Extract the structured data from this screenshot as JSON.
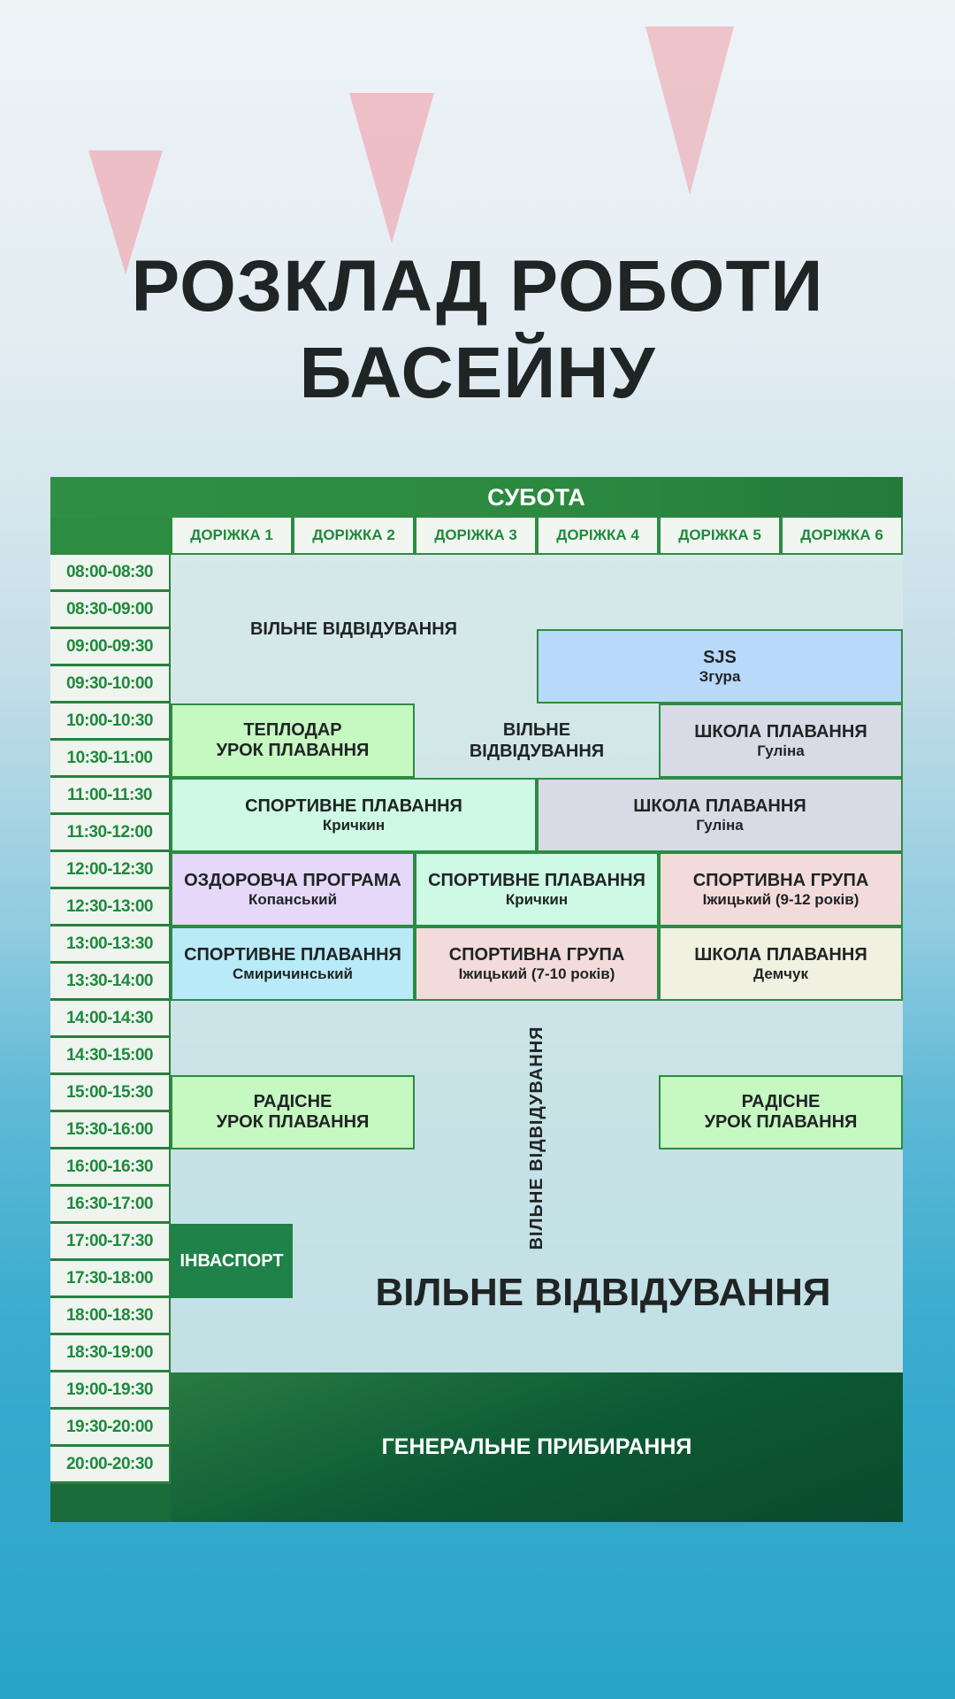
{
  "title_lines": [
    "РОЗКЛАД РОБОТИ",
    "БАСЕЙНУ"
  ],
  "day": "СУБОТА",
  "lanes": [
    "ДОРІЖКА 1",
    "ДОРІЖКА 2",
    "ДОРІЖКА 3",
    "ДОРІЖКА 4",
    "ДОРІЖКА 5",
    "ДОРІЖКА 6"
  ],
  "times": [
    "08:00-08:30",
    "08:30-09:00",
    "09:00-09:30",
    "09:30-10:00",
    "10:00-10:30",
    "10:30-11:00",
    "11:00-11:30",
    "11:30-12:00",
    "12:00-12:30",
    "12:30-13:00",
    "13:00-13:30",
    "13:30-14:00",
    "14:00-14:30",
    "14:30-15:00",
    "15:00-15:30",
    "15:30-16:00",
    "16:00-16:30",
    "16:30-17:00",
    "17:00-17:30",
    "17:30-18:00",
    "18:00-18:30",
    "18:30-19:00",
    "19:00-19:30",
    "19:30-20:00",
    "20:00-20:30"
  ],
  "blocks": [
    {
      "title": "SJS",
      "sub": "Згура",
      "slot_start": 2,
      "slots": 2,
      "lane_start": 4,
      "lane_end": 6,
      "color": "#b9d9fb"
    },
    {
      "title": "ТЕПЛОДАР",
      "sub": "УРОК ПЛАВАННЯ",
      "sub_bold": true,
      "slot_start": 4,
      "slots": 2,
      "lane_start": 1,
      "lane_end": 2,
      "color": "#c6f8c1"
    },
    {
      "title": "ШКОЛА ПЛАВАННЯ",
      "sub": "Гуліна",
      "slot_start": 4,
      "slots": 2,
      "lane_start": 5,
      "lane_end": 6,
      "color": "#d8dbe6"
    },
    {
      "title": "СПОРТИВНЕ ПЛАВАННЯ",
      "sub": "Кричкин",
      "slot_start": 6,
      "slots": 2,
      "lane_start": 1,
      "lane_end": 3,
      "color": "#cdf9e5"
    },
    {
      "title": "ШКОЛА ПЛАВАННЯ",
      "sub": "Гуліна",
      "slot_start": 6,
      "slots": 2,
      "lane_start": 4,
      "lane_end": 6,
      "color": "#d8dbe6"
    },
    {
      "title": "ОЗДОРОВЧА ПРОГРАМА",
      "sub": "Копанський",
      "slot_start": 8,
      "slots": 2,
      "lane_start": 1,
      "lane_end": 2,
      "color": "#e5d8f8"
    },
    {
      "title": "СПОРТИВНЕ ПЛАВАННЯ",
      "sub": "Кричкин",
      "slot_start": 8,
      "slots": 2,
      "lane_start": 3,
      "lane_end": 4,
      "color": "#cdf9e5"
    },
    {
      "title": "СПОРТИВНА ГРУПА",
      "sub": "Іжицький (9-12 років)",
      "slot_start": 8,
      "slots": 2,
      "lane_start": 5,
      "lane_end": 6,
      "color": "#f3dbdb"
    },
    {
      "title": "СПОРТИВНЕ ПЛАВАННЯ",
      "sub": "Смиричинський",
      "slot_start": 10,
      "slots": 2,
      "lane_start": 1,
      "lane_end": 2,
      "color": "#b9eaf8"
    },
    {
      "title": "СПОРТИВНА ГРУПА",
      "sub": "Іжицький (7-10 років)",
      "slot_start": 10,
      "slots": 2,
      "lane_start": 3,
      "lane_end": 4,
      "color": "#f3dbdb"
    },
    {
      "title": "ШКОЛА ПЛАВАННЯ",
      "sub": "Демчук",
      "slot_start": 10,
      "slots": 2,
      "lane_start": 5,
      "lane_end": 6,
      "color": "#f0f1e0"
    },
    {
      "title": "РАДІСНЕ",
      "sub": "УРОК ПЛАВАННЯ",
      "sub_bold": true,
      "slot_start": 14,
      "slots": 2,
      "lane_start": 1,
      "lane_end": 2,
      "color": "#c6f8c1"
    },
    {
      "title": "РАДІСНЕ",
      "sub": "УРОК ПЛАВАННЯ",
      "sub_bold": true,
      "slot_start": 14,
      "slots": 2,
      "lane_start": 5,
      "lane_end": 6,
      "color": "#c6f8c1"
    },
    {
      "title": "ІНВАСПОРТ",
      "sub": "",
      "slot_start": 18,
      "slots": 2,
      "lane_start": 1,
      "lane_end": 1,
      "color": "#1f8349",
      "text_color": "#ffffff"
    }
  ],
  "free_labels": {
    "morning": "ВІЛЬНЕ ВІДВІДУВАННЯ",
    "mid_line1": "ВІЛЬНЕ",
    "mid_line2": "ВІДВІДУВАННЯ",
    "vertical": "ВІЛЬНЕ ВІДВІДУВАННЯ",
    "evening": "ВІЛЬНЕ ВІДВІДУВАННЯ"
  },
  "cleaning": "ГЕНЕРАЛЬНЕ ПРИБИРАННЯ"
}
